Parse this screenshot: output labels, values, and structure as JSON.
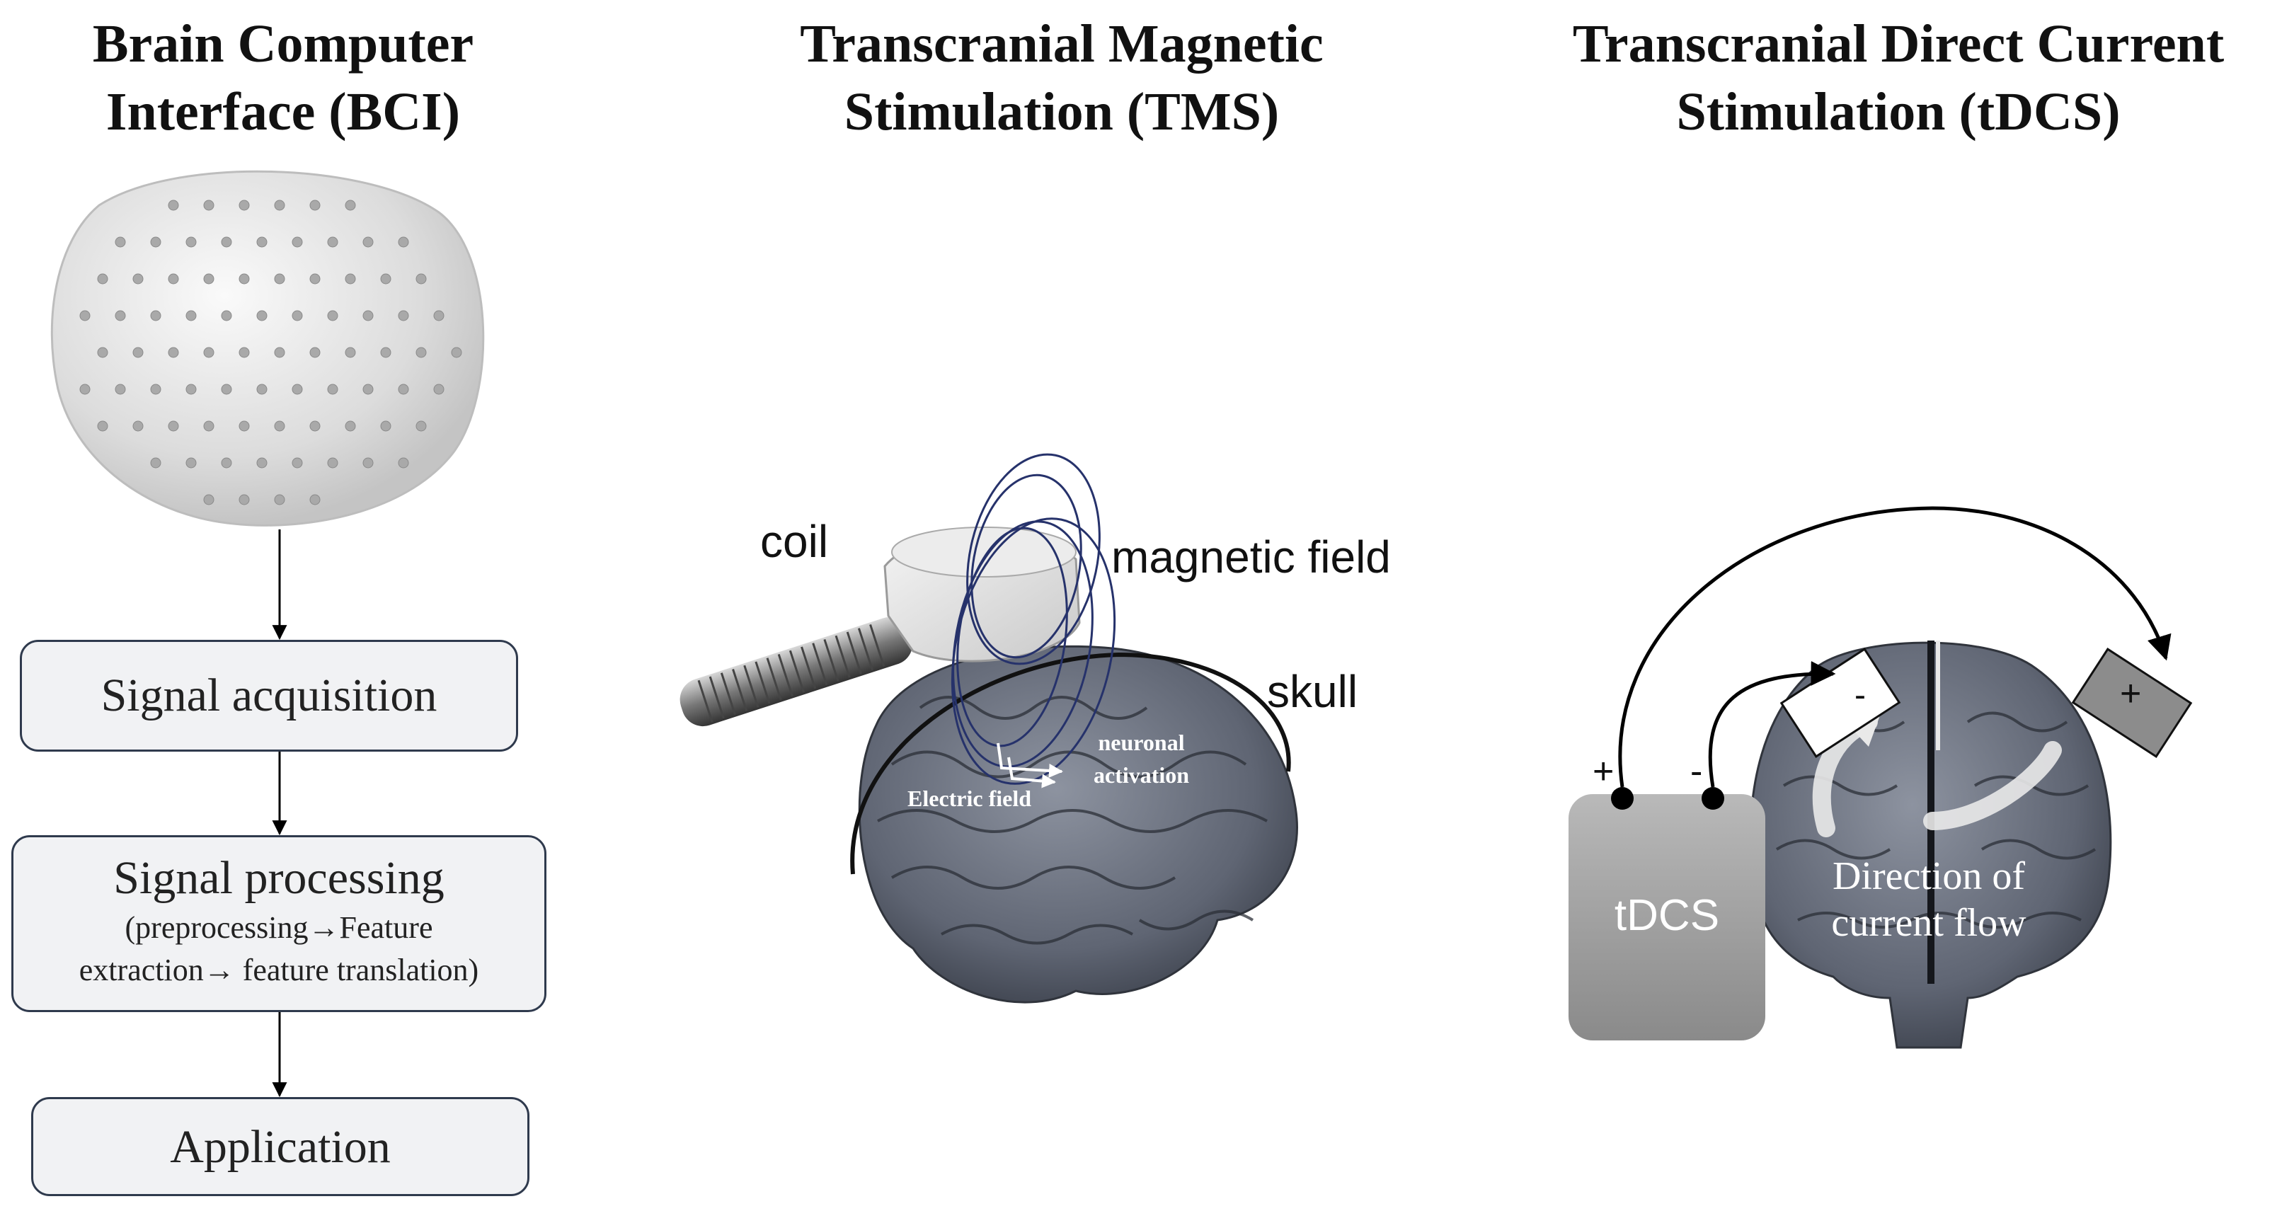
{
  "titles": {
    "bci": {
      "line1": "Brain Computer",
      "line2": "Interface (BCI)"
    },
    "tms": {
      "line1": "Transcranial Magnetic",
      "line2": "Stimulation (TMS)"
    },
    "tdcs": {
      "line1": "Transcranial Direct Current",
      "line2": "Stimulation (tDCS)"
    }
  },
  "bci": {
    "step1": "Signal acquisition",
    "step2": "Signal processing",
    "step2_sub1": "(preprocessing→Feature",
    "step2_sub2": "extraction→ feature translation)",
    "step3": "Application"
  },
  "tms": {
    "coil": "coil",
    "magnetic_field": "magnetic field",
    "skull": "skull",
    "electric_field": "Electric field",
    "neuronal_1": "neuronal",
    "neuronal_2": "activation"
  },
  "tdcs": {
    "device": "tDCS",
    "plus": "+",
    "minus": "-",
    "electrode_minus": "-",
    "electrode_plus": "+",
    "flow_1": "Direction of",
    "flow_2": "current flow"
  }
}
